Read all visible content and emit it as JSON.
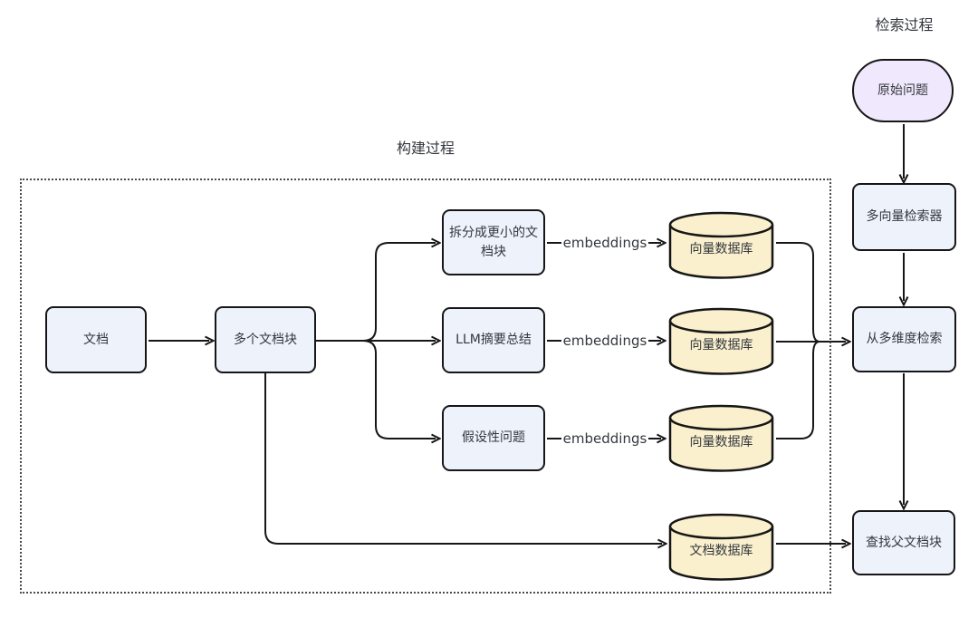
{
  "sections": {
    "build": {
      "title": "构建过程"
    },
    "retrieval": {
      "title": "检索过程"
    }
  },
  "nodes": {
    "document": {
      "label": "文档"
    },
    "chunks": {
      "label": "多个文档块"
    },
    "split_smaller": {
      "label": "拆分成更小的文档块"
    },
    "llm_summary": {
      "label": "LLM摘要总结"
    },
    "hypothetical_question": {
      "label": "假设性问题"
    },
    "vector_db": {
      "label": "向量数据库"
    },
    "doc_db": {
      "label": "文档数据库"
    },
    "original_question": {
      "label": "原始问题"
    },
    "multi_vector_retriever": {
      "label": "多向量检索器"
    },
    "multi_dimension_retrieve": {
      "label": "从多维度检索"
    },
    "find_parent_chunks": {
      "label": "查找父文档块"
    }
  },
  "edge_labels": {
    "embeddings": "embeddings"
  },
  "colors": {
    "node_fill": "#edf2fb",
    "node_border": "#161616",
    "cylinder_fill": "#faf0cd",
    "question_fill": "#f0e8fc",
    "line": "#161616",
    "frame_border": "#4a4a4a"
  }
}
